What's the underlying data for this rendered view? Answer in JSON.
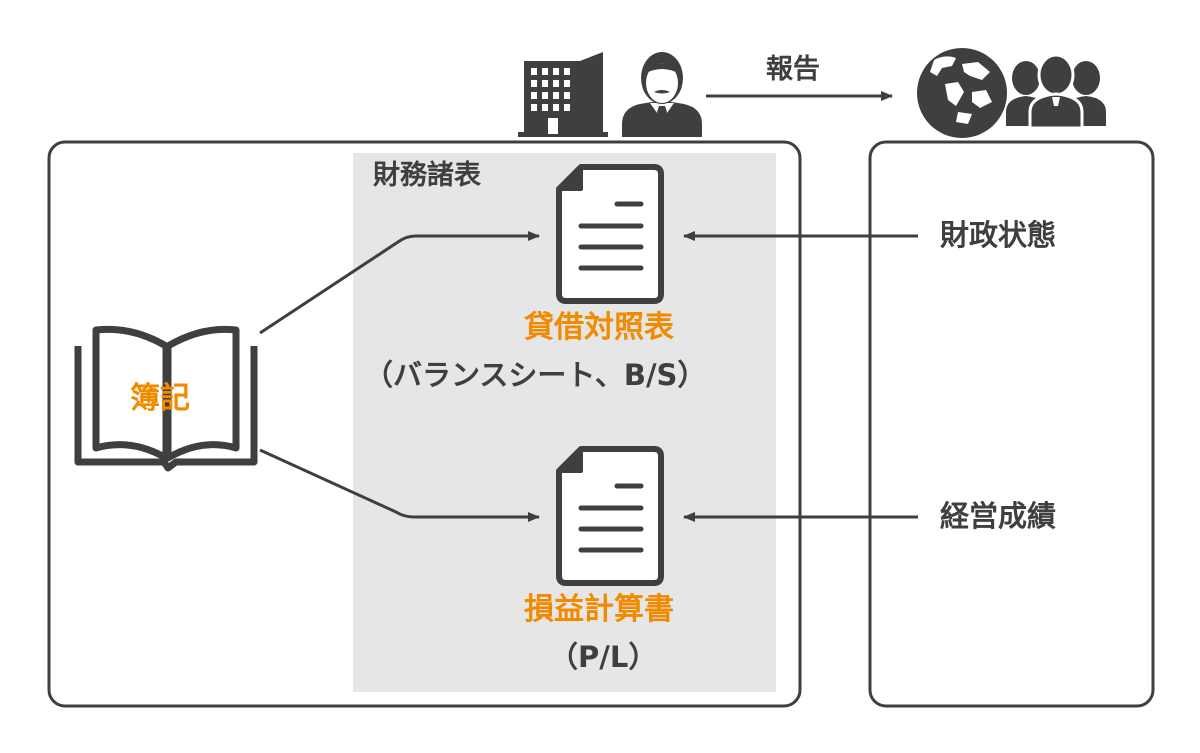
{
  "colors": {
    "accent": "#f28a00",
    "ink": "#3f3f3f",
    "panel": "#e6e6e6",
    "background": "#ffffff"
  },
  "report_label": "報告",
  "financial_statements_label": "財務諸表",
  "bookkeeping_label": "簿記",
  "balance_sheet": {
    "name": "貸借対照表",
    "subtitle": "（バランスシート、B/S）",
    "source_label": "財政状態"
  },
  "income_statement": {
    "name": "損益計算書",
    "subtitle": "（P/L）",
    "source_label": "経営成績"
  },
  "icons": {
    "company": "office-building-icon",
    "manager": "businessman-icon",
    "world": "globe-icon",
    "stakeholders": "people-group-icon",
    "book": "open-book-icon",
    "document": "document-icon"
  }
}
